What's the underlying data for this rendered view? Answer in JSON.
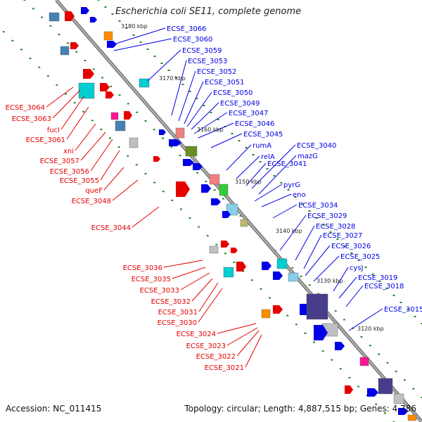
{
  "title": "Escherichia coli SE11, complete genome",
  "accession": "Accession: NC_011415",
  "topology": "Topology: circular; Length: 4,887,515 bp; Genes: 4,786",
  "colors": {
    "forward": "#0000e6",
    "reverse": "#e60000",
    "backbone": "#808080",
    "gc_dots": "#228b22"
  },
  "ticks": [
    "3180 kbp",
    "3170 kbp",
    "3160 kbp",
    "3150 kbp",
    "3140 kbp",
    "3130 kbp",
    "3120 kbp"
  ],
  "forward_labels": [
    "ECSE_3066",
    "ECSE_3060",
    "ECSE_3059",
    "ECSE_3053",
    "ECSE_3052",
    "ECSE_3051",
    "ECSE_3050",
    "ECSE_3049",
    "ECSE_3047",
    "ECSE_3046",
    "ECSE_3045",
    "rumA",
    "ECSE_3040",
    "relA",
    "mazG",
    "ECSE_3041",
    "pyrG",
    "eno",
    "ECSE_3034",
    "ECSE_3029",
    "ECSE_3028",
    "ECSE_3027",
    "ECSE_3026",
    "ECSE_3025",
    "cysJ",
    "ECSE_3019",
    "ECSE_3018",
    "ECSE_3015"
  ],
  "reverse_labels": [
    "ECSE_3064",
    "ECSE_3063",
    "fucI",
    "ECSE_3061",
    "xni",
    "ECSE_3057",
    "ECSE_3056",
    "ECSE_3055",
    "queF",
    "ECSE_3048",
    "ECSE_3044",
    "ECSE_3036",
    "ECSE_3035",
    "ECSE_3033",
    "ECSE_3032",
    "ECSE_3031",
    "ECSE_3030",
    "ECSE_3024",
    "ECSE_3023",
    "ECSE_3022",
    "ECSE_3021"
  ]
}
